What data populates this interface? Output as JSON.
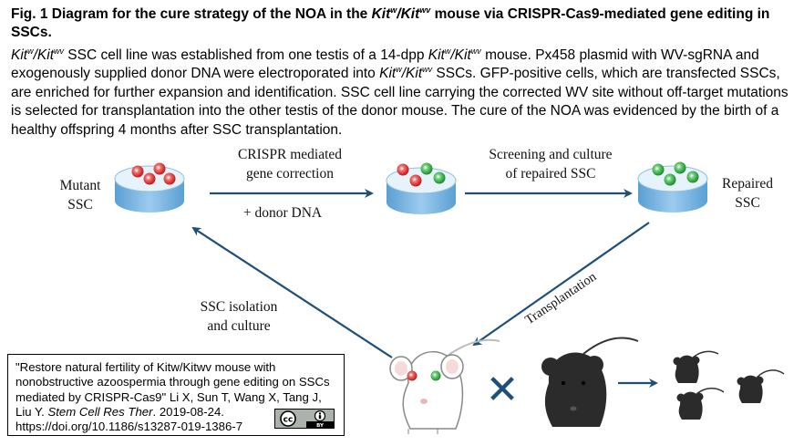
{
  "title": {
    "prefix": "Fig. 1 Diagram for the cure strategy of the NOA in the ",
    "kit1": "Kit",
    "sup1": "w",
    "slash": "/",
    "kit2": "Kit",
    "sup2": "wv",
    "suffix": " mouse via CRISPR-Cas9-mediated gene editing in SSCs."
  },
  "caption": {
    "kit1": "Kit",
    "sup1": "w",
    "slash": "/",
    "kit2": "Kit",
    "sup2": "wv",
    "part1": " SSC cell line was established from one testis of a 14-dpp ",
    "kit3": "Kit",
    "sup3": "w",
    "slash2": "/",
    "kit4": "Kit",
    "sup4": "wv",
    "part2": " mouse. Px458 plasmid with WV-sgRNA and exogenously supplied donor DNA were electroporated into ",
    "kit5": "Kit",
    "sup5": "w",
    "slash3": "/",
    "kit6": "Kit",
    "sup6": "wv",
    "part3": " SSCs. GFP-positive cells, which are transfected SSCs, are enriched for further expansion and identification. SSC cell line carrying the corrected WV site without off-target mutations is selected for transplantation into the other testis of the donor mouse. The cure of the NOA was evidenced by the birth of a healthy offspring 4 months after SSC transplantation."
  },
  "diagram": {
    "mutant_line1": "Mutant",
    "mutant_line2": "SSC",
    "crispr_line1": "CRISPR mediated",
    "crispr_line2": "gene correction",
    "donor_dna": "+ donor DNA",
    "screen_line1": "Screening and culture",
    "screen_line2": "of repaired SSC",
    "repaired_line1": "Repaired",
    "repaired_line2": "SSC",
    "isolation_line1": "SSC isolation",
    "isolation_line2": "and culture",
    "transplantation": "Transplantation",
    "cross_symbol": "✕"
  },
  "citation": {
    "line1": "\"Restore natural fertility of Kitw/Kitwv mouse with",
    "line2": "nonobstructive azoospermia through gene editing on SSCs",
    "line3": "mediated by CRISPR-Cas9\" Li X, Sun T, Wang X, Tang J,",
    "line4_a": "Liu Y. ",
    "journal": "Stem Cell Res Ther",
    "line4_b": ". 2019-08-24.",
    "line5": "https://doi.org/10.1186/s13287-019-1386-7",
    "badge_cc": "cc",
    "badge_by": "BY"
  },
  "colors": {
    "arrow": "#1f4e79",
    "dish_side": "#7fb6e0",
    "dish_top": "#d6ebf9",
    "mutant_cell": "#d62828",
    "repaired_cell": "#2e9e3e",
    "dark_mouse": "#2b2b2b",
    "cross": "#1f4e79"
  }
}
